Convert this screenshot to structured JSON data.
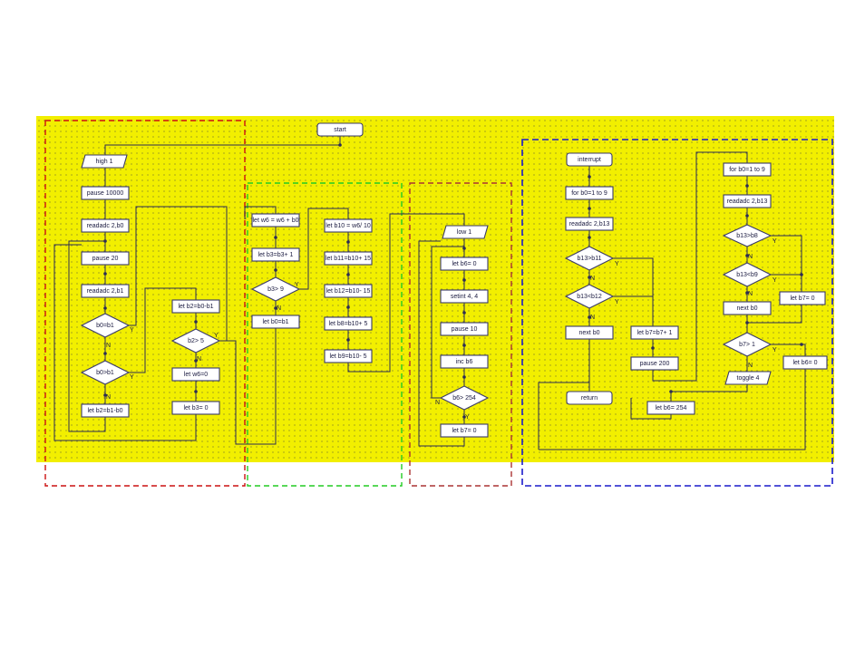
{
  "diagram": {
    "background_color": "#f2ef00",
    "grid_dot_color": "#6a6a30",
    "block_fill": "#ffffff",
    "block_stroke": "#3a3a6a",
    "wire_color": "#2c2c55",
    "group_colors": {
      "red": "#cc1111",
      "green": "#22cc22",
      "maroon": "#aa3333",
      "blue": "#1a1acc"
    },
    "branch_labels": {
      "yes": "Y",
      "no": "N"
    },
    "blocks": {
      "start": "start",
      "high1": "high 1",
      "pause10000": "pause 10000",
      "readadc_b0": "readadc  2,b0",
      "pause20": "pause 20",
      "readadc_b1": "readadc  2,b1",
      "b0_eq_b1": "b0=b1",
      "b0_gt_b1": "b0>b1",
      "let_b2_b1_b0": "let b2=b1-b0",
      "let_b2_b0_b1": "let b2=b0-b1",
      "b2_gt_5": "b2> 5",
      "let_w6_0": "let w6=0",
      "let_b3_0": "let b3= 0",
      "let_w6_w6_b0": "let w6 = w6 + b0",
      "let_b3_b3_1": "let b3=b3+ 1",
      "b3_gt_9": "b3> 9",
      "let_b0_b1": "let b0=b1",
      "let_b10": "let b10 = w6/ 10",
      "let_b11": "let b11=b10+ 15",
      "let_b12": "let b12=b10- 15",
      "let_b8": "let b8=b10+ 5",
      "let_b9": "let b9=b10- 5",
      "low1": "low 1",
      "let_b6_0": "let b6= 0",
      "setint": "setint  4, 4",
      "pause10": "pause 10",
      "inc_b6": "inc b6",
      "b6_gt_254": "b6> 254",
      "let_b7_0_a": "let b7= 0",
      "interrupt": "interrupt",
      "for_b0_a": "for b0=1 to 9",
      "readadc_b13_a": "readadc  2,b13",
      "b13_gt_b11": "b13>b11",
      "b13_lt_b12": "b13<b12",
      "next_b0_a": "next b0",
      "return": "return",
      "let_b7_b7_1": "let b7=b7+ 1",
      "pause200": "pause 200",
      "let_b6_254": "let b6= 254",
      "for_b0_b": "for b0=1 to 9",
      "readadc_b13_b": "readadc  2,b13",
      "b13_gt_b8": "b13>b8",
      "b13_lt_b9": "b13<b9",
      "let_b7_0_b": "let b7= 0",
      "next_b0_b": "next b0",
      "b7_gt_1": "b7> 1",
      "toggle4": "toggle 4",
      "let_b6_0_b": "let b6= 0"
    }
  }
}
